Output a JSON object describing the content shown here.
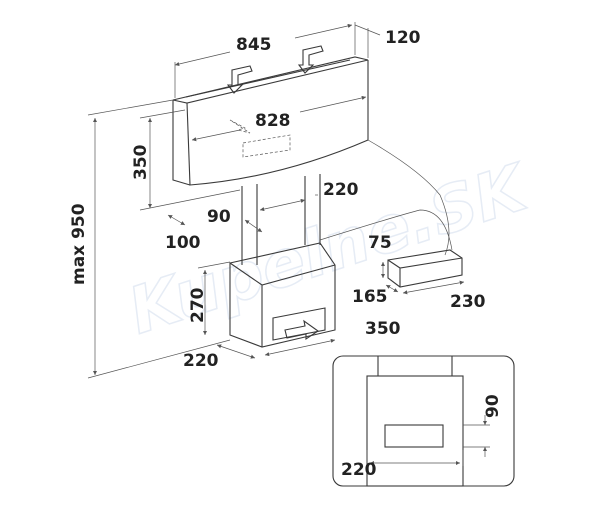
{
  "watermark": "Kupelne.SK",
  "dimensions": {
    "total_width": "845",
    "depth": "120",
    "front_width": "828",
    "hood_height": "350",
    "max_height": "max 950",
    "column_width": "220",
    "column_depth": "90",
    "hood_setback": "100",
    "box_height": "75",
    "box_depth": "165",
    "box_width": "230",
    "base_height": "270",
    "base_width": "350",
    "base_depth": "220",
    "detail_height": "90",
    "detail_width": "220"
  }
}
